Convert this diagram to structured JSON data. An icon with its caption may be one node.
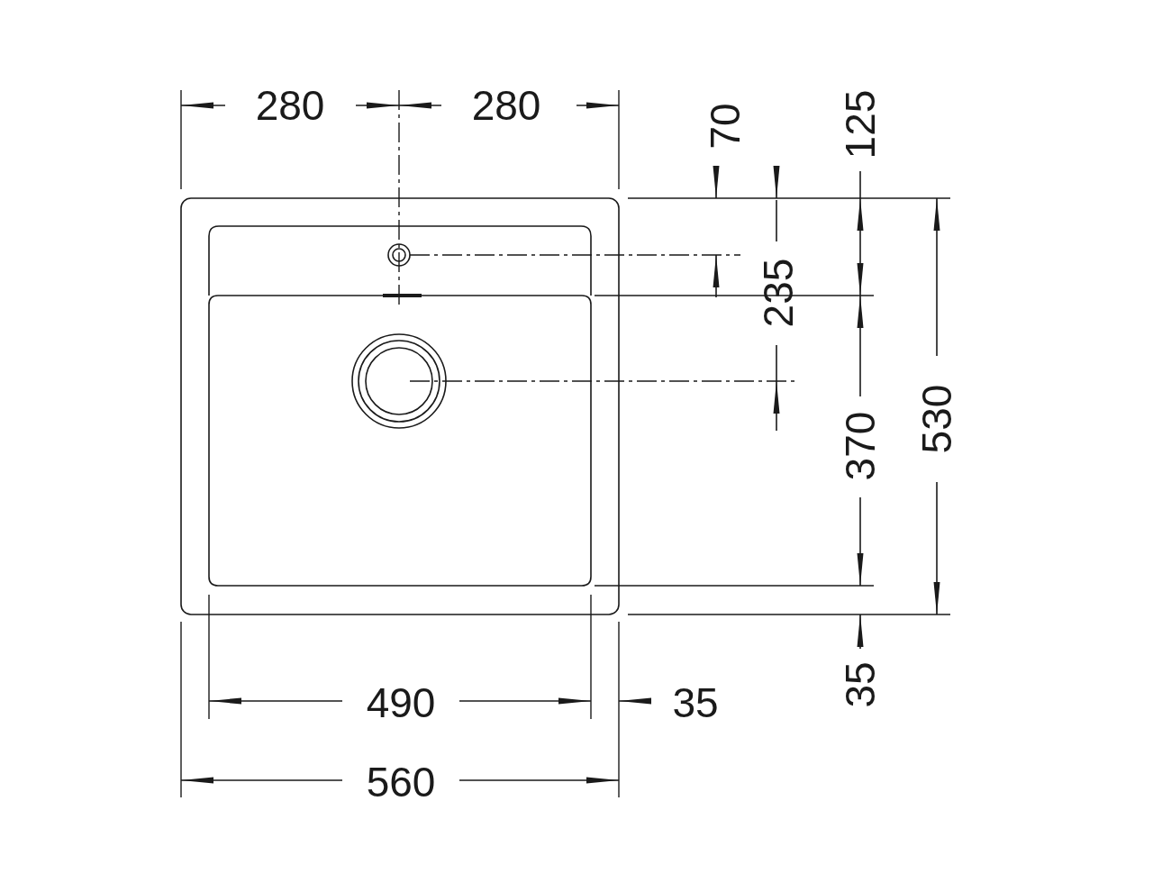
{
  "diagram": {
    "labels": [
      "280",
      "280",
      "70",
      "125",
      "235",
      "530",
      "370",
      "490",
      "35",
      "35",
      "560"
    ]
  }
}
